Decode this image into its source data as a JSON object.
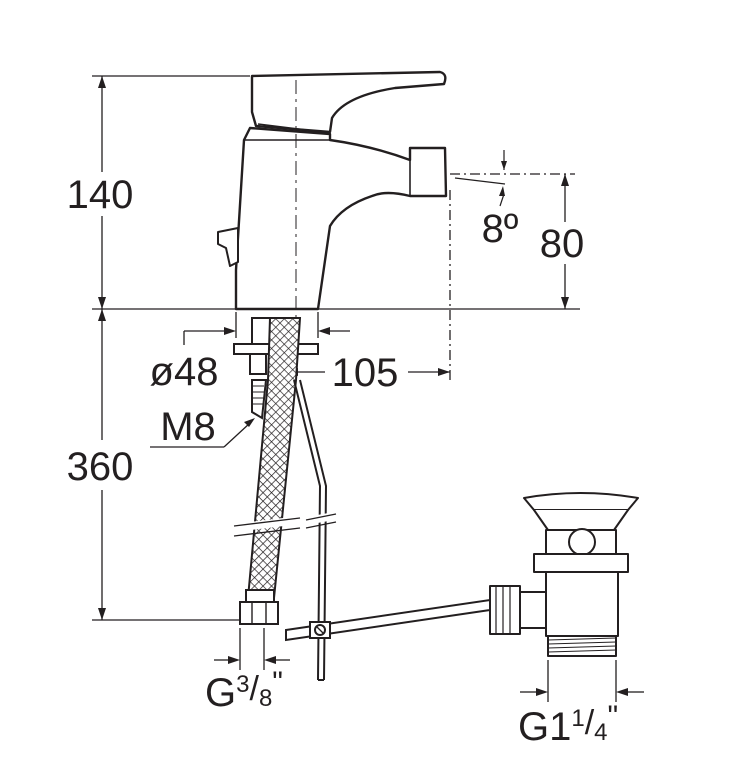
{
  "dimensions": {
    "overall_height": "140",
    "spout_height": "80",
    "spout_angle": "8º",
    "base_diameter": "ø48",
    "spout_reach": "105",
    "stud_thread": "M8",
    "below_deck": "360"
  },
  "connections": {
    "hose_prefix": "G",
    "hose_num": "3",
    "hose_slash": "/",
    "hose_den": "8",
    "hose_quote": "\"",
    "waste_prefix": "G1",
    "waste_num": "1",
    "waste_slash": "/",
    "waste_den": "4",
    "waste_quote": "\""
  }
}
